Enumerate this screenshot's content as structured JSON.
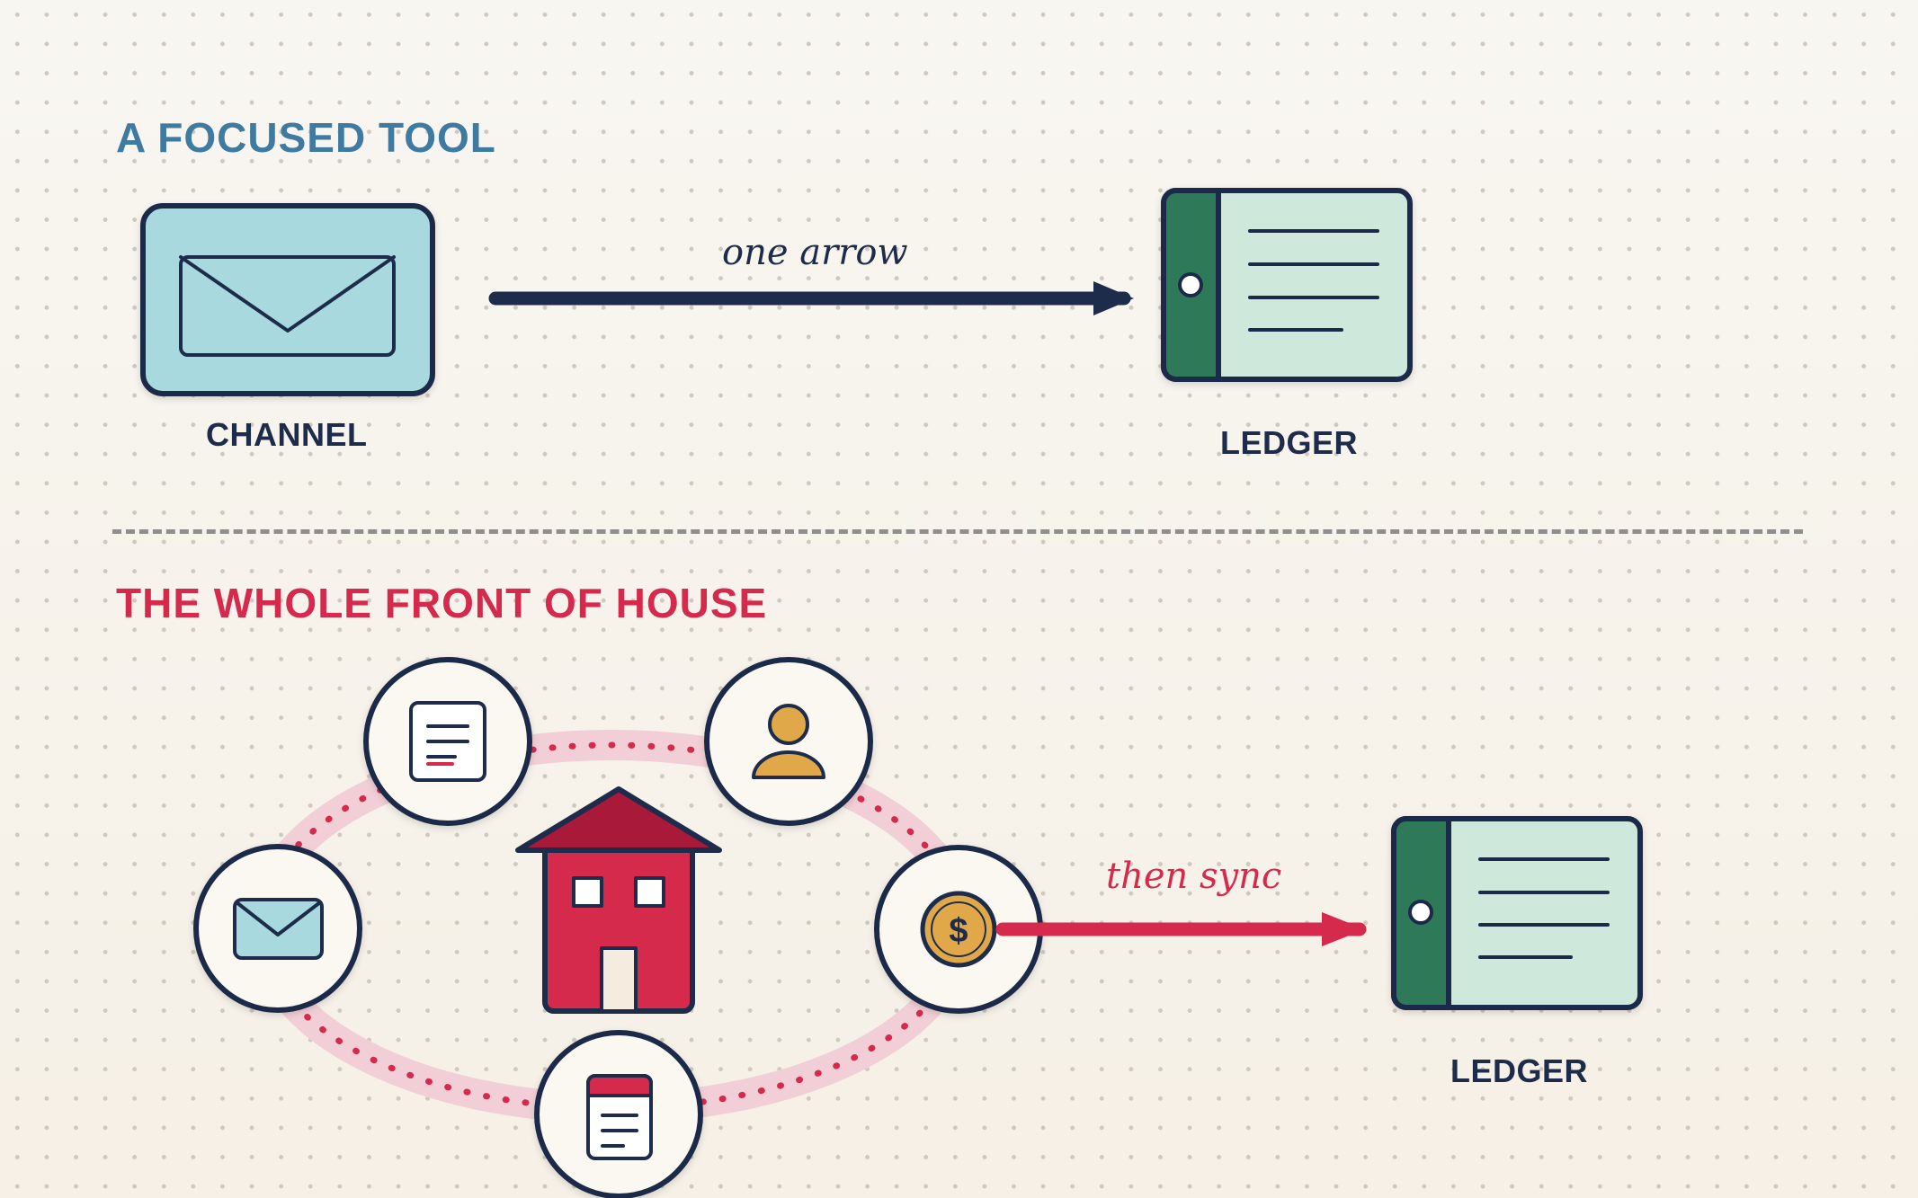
{
  "top_section": {
    "title": "A FOCUSED TOOL",
    "title_color": "#3f7aa0",
    "channel_label": "CHANNEL",
    "arrow_note": "one arrow",
    "ledger_label": "LEDGER"
  },
  "bottom_section": {
    "title": "THE WHOLE FRONT OF HOUSE",
    "title_color": "#d62a4d",
    "arrow_note": "then sync",
    "ledger_label": "LEDGER",
    "coin_symbol": "$"
  },
  "colors": {
    "navy": "#1d2c4a",
    "crimson": "#d62a4d",
    "teal_light": "#a8d9de",
    "ledger_green": "#2d7a58",
    "ledger_page": "#cfe8dc",
    "gold": "#e0a848",
    "ring_pink": "#f2cfd6"
  },
  "icons": [
    "envelope-icon",
    "ledger-icon",
    "house-icon",
    "document-icon",
    "person-icon",
    "coin-icon",
    "calendar-card-icon"
  ]
}
